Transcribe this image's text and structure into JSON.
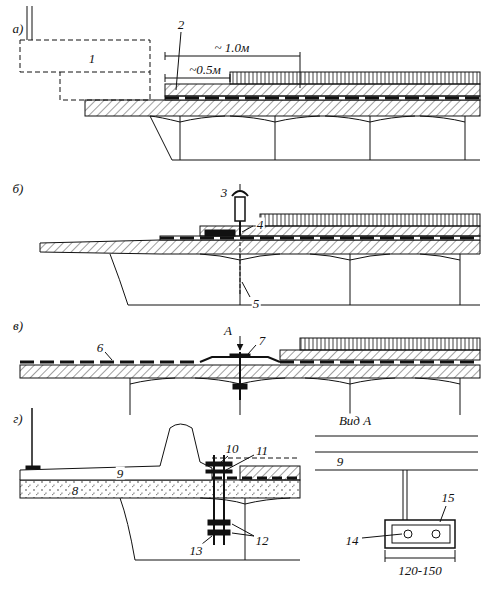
{
  "diagram": {
    "labels": [
      "а)",
      "1",
      "2",
      "~ 1.0м",
      "~0.5м",
      "б)",
      "3",
      "4",
      "5",
      "в)",
      "А",
      "6",
      "7",
      "г)",
      "8",
      "9",
      "10",
      "11",
      "13",
      "12",
      "Вид А",
      "9",
      "15",
      "14",
      "120-150"
    ]
  }
}
